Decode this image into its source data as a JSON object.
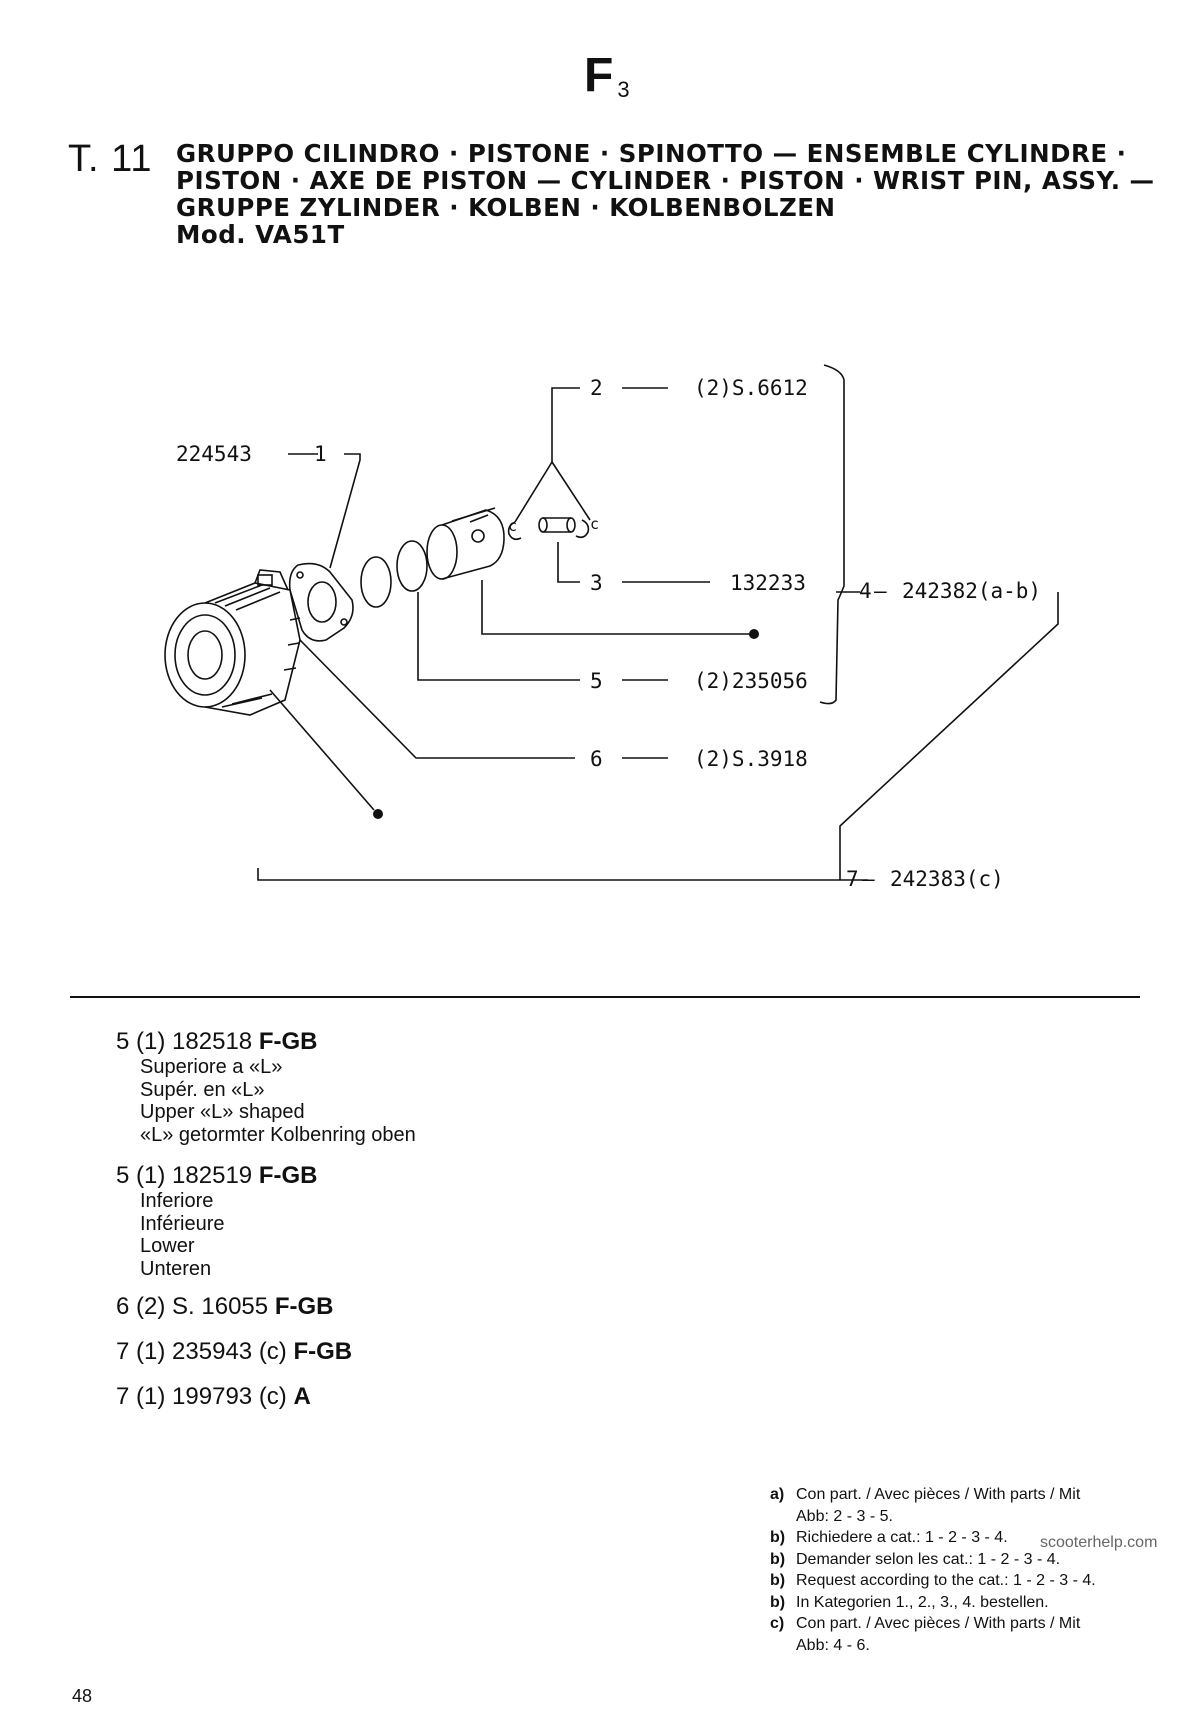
{
  "header": {
    "page_code": "F",
    "page_code_sub": "3",
    "table_number": "T. 11",
    "title_lines": [
      "GRUPPO CILINDRO · PISTONE · SPINOTTO — ENSEMBLE CYLINDRE ·",
      "PISTON · AXE DE PISTON — CYLINDER · PISTON · WRIST PIN, ASSY. —",
      "GRUPPE ZYLINDER · KOLBEN · KOLBENBOLZEN",
      "Mod. VA51T"
    ]
  },
  "diagram": {
    "callouts": [
      {
        "ref": "1",
        "part": "224543"
      },
      {
        "ref": "2",
        "part": "(2)S.6612"
      },
      {
        "ref": "3",
        "part": "132233"
      },
      {
        "ref": "4",
        "part": "242382(a-b)"
      },
      {
        "ref": "5",
        "part": "(2)235056"
      },
      {
        "ref": "6",
        "part": "(2)S.3918"
      },
      {
        "ref": "7",
        "part": "242383(c)"
      }
    ],
    "clip_label": "c"
  },
  "entries": [
    {
      "ref": "5",
      "qty": "(1)",
      "part": "182518",
      "suffix": "",
      "market": "F-GB",
      "desc": [
        "Superiore a «L»",
        "Supér. en «L»",
        "Upper «L» shaped",
        "«L» getormter Kolbenring oben"
      ]
    },
    {
      "ref": "5",
      "qty": "(1)",
      "part": "182519",
      "suffix": "",
      "market": "F-GB",
      "desc": [
        "Inferiore",
        "Inférieure",
        "Lower",
        "Unteren"
      ]
    },
    {
      "ref": "6",
      "qty": "(2)",
      "part": "S. 16055",
      "suffix": "",
      "market": "F-GB",
      "desc": []
    },
    {
      "ref": "7",
      "qty": "(1)",
      "part": "235943",
      "suffix": "(c)",
      "market": "F-GB",
      "desc": []
    },
    {
      "ref": "7",
      "qty": "(1)",
      "part": "199793",
      "suffix": "(c)",
      "market": "A",
      "desc": []
    }
  ],
  "notes": [
    {
      "key": "a)",
      "text": "Con part. / Avec pièces / With parts / Mit",
      "cont": "Abb: 2 - 3 - 5."
    },
    {
      "key": "b)",
      "text": "Richiedere a cat.: 1 - 2 - 3 - 4.",
      "cont": ""
    },
    {
      "key": "b)",
      "text": "Demander selon les cat.: 1 - 2 - 3 - 4.",
      "cont": ""
    },
    {
      "key": "b)",
      "text": "Request according to the cat.: 1 - 2 - 3 - 4.",
      "cont": ""
    },
    {
      "key": "b)",
      "text": "In Kategorien 1., 2., 3., 4. bestellen.",
      "cont": ""
    },
    {
      "key": "c)",
      "text": "Con part. / Avec pièces / With parts / Mit",
      "cont": "Abb: 4 - 6."
    }
  ],
  "footer": {
    "page_number": "48",
    "watermark": "scooterhelp.com"
  }
}
